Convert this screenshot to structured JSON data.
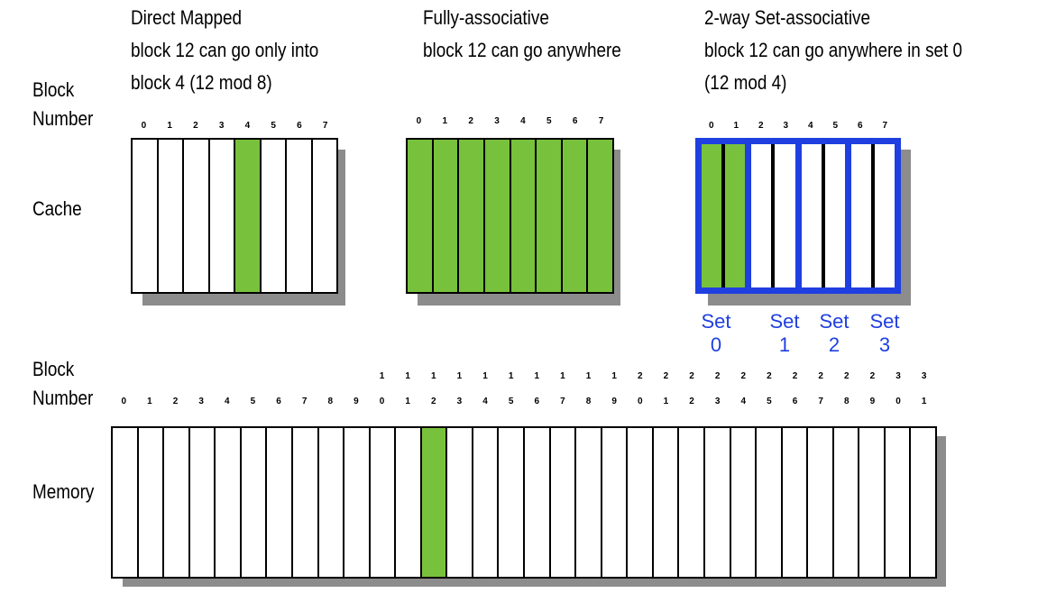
{
  "headers": {
    "direct": [
      "Direct Mapped",
      "block 12 can go only into",
      "block 4 (12 mod 8)"
    ],
    "fully": [
      "Fully-associative",
      "block 12 can go anywhere"
    ],
    "setassoc": [
      "2-way Set-associative",
      "block 12 can go anywhere in set 0",
      "(12 mod 4)"
    ]
  },
  "labels": {
    "block_number_top": [
      "Block",
      "Number"
    ],
    "cache": "Cache",
    "block_number_bottom": [
      "Block",
      "Number"
    ],
    "memory": "Memory"
  },
  "cache_numbers": [
    "0",
    "1",
    "2",
    "3",
    "4",
    "5",
    "6",
    "7"
  ],
  "direct_highlight": 4,
  "fully_highlight": [
    0,
    1,
    2,
    3,
    4,
    5,
    6,
    7
  ],
  "setassoc_highlight": [
    0,
    1
  ],
  "sets": [
    {
      "word": "Set",
      "num": "0"
    },
    {
      "word": "Set",
      "num": "1"
    },
    {
      "word": "Set",
      "num": "2"
    },
    {
      "word": "Set",
      "num": "3"
    }
  ],
  "memory_highlight": 12,
  "memory_numbers_tens": [
    "",
    "",
    "",
    "",
    "",
    "",
    "",
    "",
    "",
    "",
    "1",
    "1",
    "1",
    "1",
    "1",
    "1",
    "1",
    "1",
    "1",
    "1",
    "2",
    "2",
    "2",
    "2",
    "2",
    "2",
    "2",
    "2",
    "2",
    "2",
    "3",
    "3"
  ],
  "memory_numbers_ones": [
    "0",
    "1",
    "2",
    "3",
    "4",
    "5",
    "6",
    "7",
    "8",
    "9",
    "0",
    "1",
    "2",
    "3",
    "4",
    "5",
    "6",
    "7",
    "8",
    "9",
    "0",
    "1",
    "2",
    "3",
    "4",
    "5",
    "6",
    "7",
    "8",
    "9",
    "0",
    "1"
  ],
  "colors": {
    "highlight": "#78c13c",
    "set_border": "#1f3fe0",
    "shadow": "#8c8c8c"
  }
}
